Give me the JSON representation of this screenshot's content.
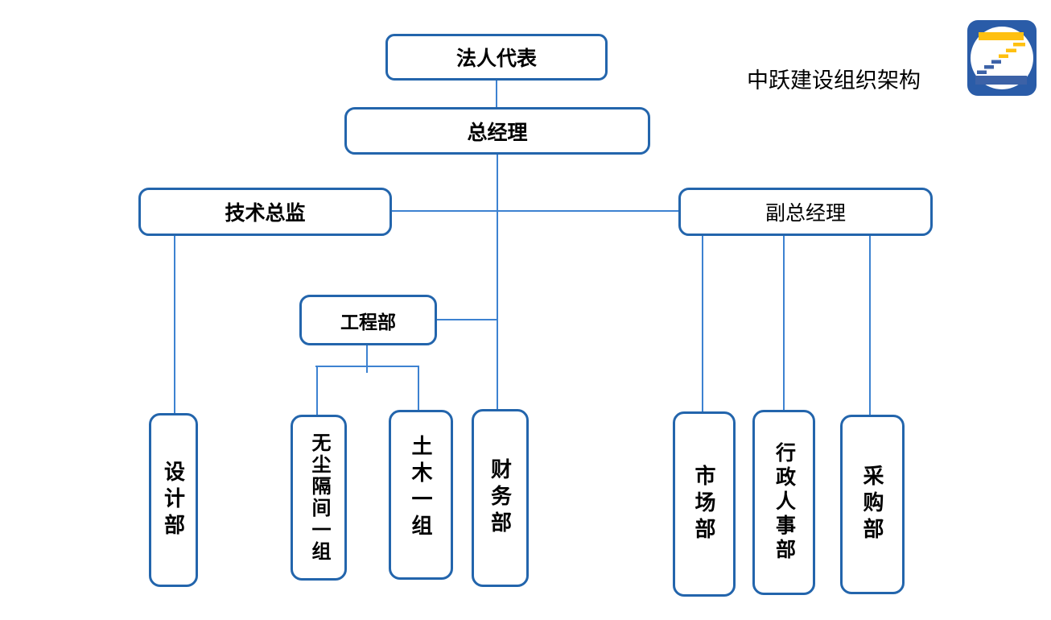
{
  "header": {
    "title": "中跃建设组织架构",
    "logo_icon": "zhongyue-staircase-z-logo"
  },
  "colors": {
    "box_border": "#2365AC",
    "connector": "#3D82D1",
    "text": "#000000",
    "logo_square": "#2A5CA8",
    "logo_circle": "#FFFFFF",
    "logo_yellow": "#FFC011",
    "logo_blue": "#3C62A7"
  },
  "nodes": {
    "legal_rep": {
      "label": "法人代表"
    },
    "general_manager": {
      "label": "总经理"
    },
    "tech_director": {
      "label": "技术总监"
    },
    "deputy_gm": {
      "label": "副总经理"
    },
    "engineering": {
      "label": "工程部"
    },
    "design": {
      "label": "设计部"
    },
    "dustfree_group1": {
      "label": "无尘隔间一组"
    },
    "civil_group1": {
      "label": "土木一组"
    },
    "finance": {
      "label": "财务部"
    },
    "marketing": {
      "label": "市场部"
    },
    "admin_hr": {
      "label": "行政人事部"
    },
    "procurement": {
      "label": "采购部"
    }
  },
  "edges": [
    {
      "from": "法人代表",
      "to": "总经理"
    },
    {
      "from": "总经理",
      "to": "技术总监"
    },
    {
      "from": "总经理",
      "to": "副总经理"
    },
    {
      "from": "总经理",
      "to": "工程部"
    },
    {
      "from": "总经理",
      "to": "财务部"
    },
    {
      "from": "技术总监",
      "to": "设计部"
    },
    {
      "from": "工程部",
      "to": "无尘隔间一组"
    },
    {
      "from": "工程部",
      "to": "土木一组"
    },
    {
      "from": "副总经理",
      "to": "市场部"
    },
    {
      "from": "副总经理",
      "to": "行政人事部"
    },
    {
      "from": "副总经理",
      "to": "采购部"
    }
  ]
}
